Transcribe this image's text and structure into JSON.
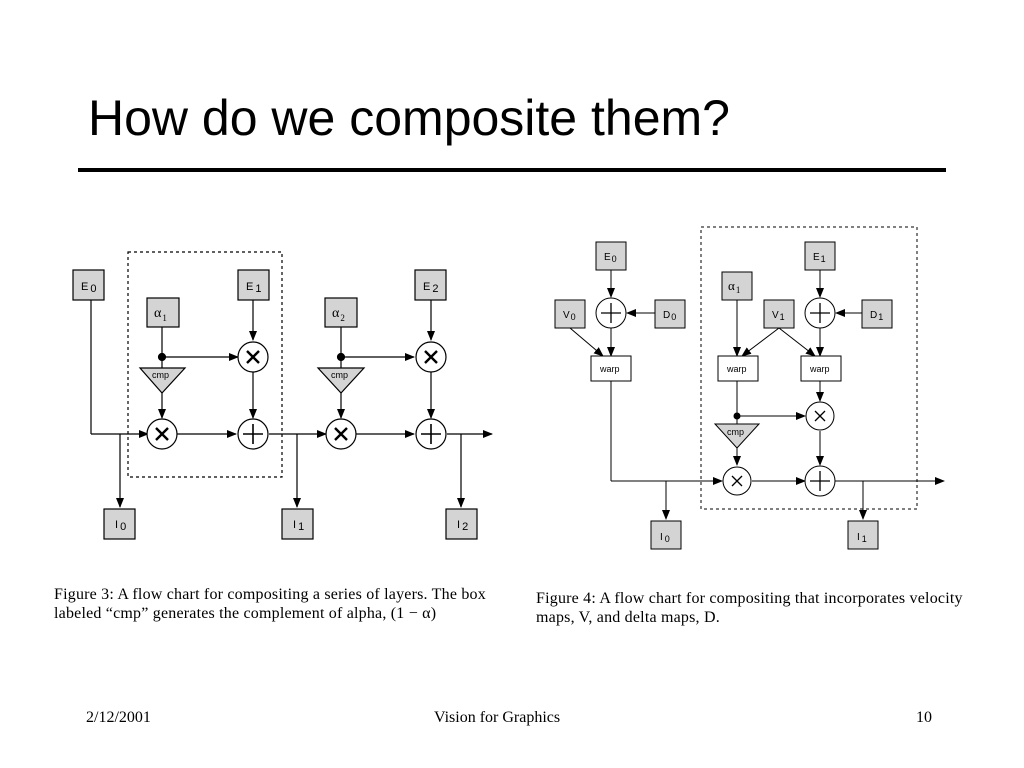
{
  "slide": {
    "title": "How do we composite them?",
    "footer_date": "2/12/2001",
    "footer_center": "Vision for Graphics",
    "footer_page": "10"
  },
  "figure3": {
    "caption": "Figure 3:  A flow chart for compositing a series of layers. The box labeled “cmp” generates the complement of alpha, (1 − α)",
    "nodes": {
      "e0": "E",
      "e0_sub": "0",
      "e1": "E",
      "e1_sub": "1",
      "e2": "E",
      "e2_sub": "2",
      "a1": "α",
      "a1_sub": "1",
      "a2": "α",
      "a2_sub": "2",
      "cmp1": "cmp",
      "cmp2": "cmp",
      "i0": "I",
      "i0_sub": "0",
      "i1": "I",
      "i1_sub": "1",
      "i2": "I",
      "i2_sub": "2"
    }
  },
  "figure4": {
    "caption": "Figure 4:  A flow chart for compositing that incorporates velocity maps, V, and delta maps, D.",
    "nodes": {
      "e0": "E",
      "e0_sub": "0",
      "e1": "E",
      "e1_sub": "1",
      "v0": "V",
      "v0_sub": "0",
      "v1": "V",
      "v1_sub": "1",
      "d0": "D",
      "d0_sub": "0",
      "d1": "D",
      "d1_sub": "1",
      "a1": "α",
      "a1_sub": "1",
      "warp0": "warp",
      "warp1a": "warp",
      "warp1b": "warp",
      "cmp": "cmp",
      "i0": "I",
      "i0_sub": "0",
      "i1": "I",
      "i1_sub": "1"
    }
  }
}
